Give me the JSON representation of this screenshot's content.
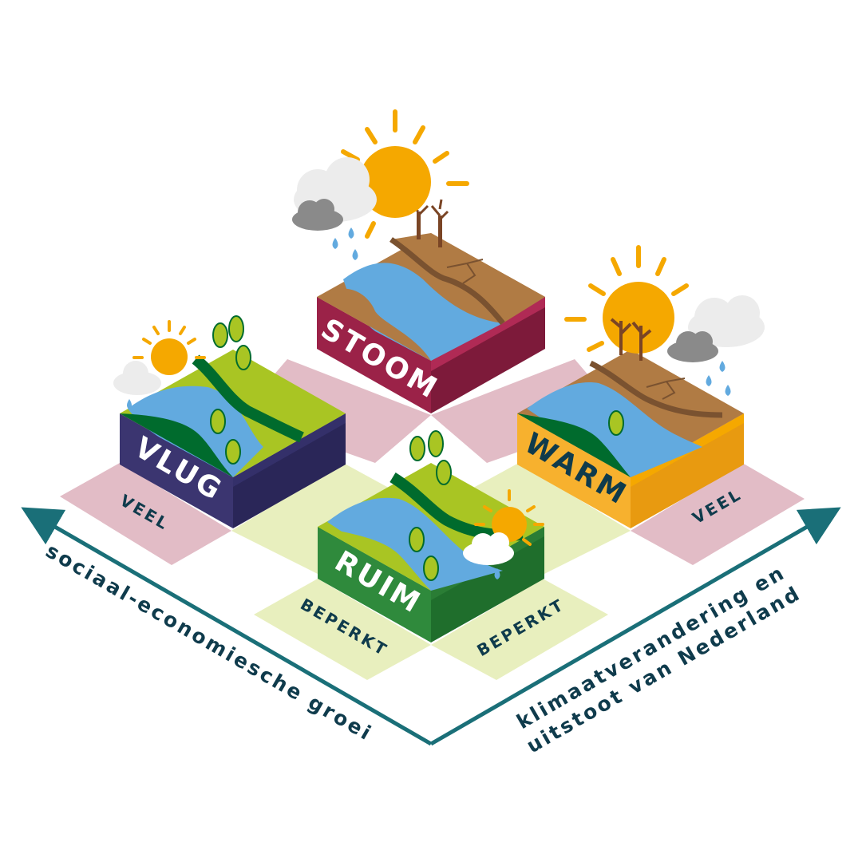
{
  "scenarios": [
    {
      "id": "vlug",
      "label": "VLUG"
    },
    {
      "id": "stoom",
      "label": "STOOM"
    },
    {
      "id": "warm",
      "label": "WARM"
    },
    {
      "id": "ruim",
      "label": "RUIM"
    }
  ],
  "tiles": {
    "veel_left": "VEEL",
    "veel_right": "VEEL",
    "beperkt_left": "BEPERKT",
    "beperkt_right": "BEPERKT"
  },
  "axes": {
    "left": "sociaal-economiesche groei",
    "right_line1": "klimaatverandering en",
    "right_line2": "uitstoot van Nederland"
  },
  "colors": {
    "axis": "#1a6f78",
    "pink_tile": "#e2bcc6",
    "green_tile": "#e8efbe",
    "vlug_side": "#3b3570",
    "stoom_side": "#9b2248",
    "warm_side": "#f7b12e",
    "ruim_side": "#2f8a3c",
    "water": "#62aadf",
    "grass": "#a9c523",
    "dark_green": "#006b2d",
    "soil": "#b07b44",
    "sun": "#f5a800"
  }
}
